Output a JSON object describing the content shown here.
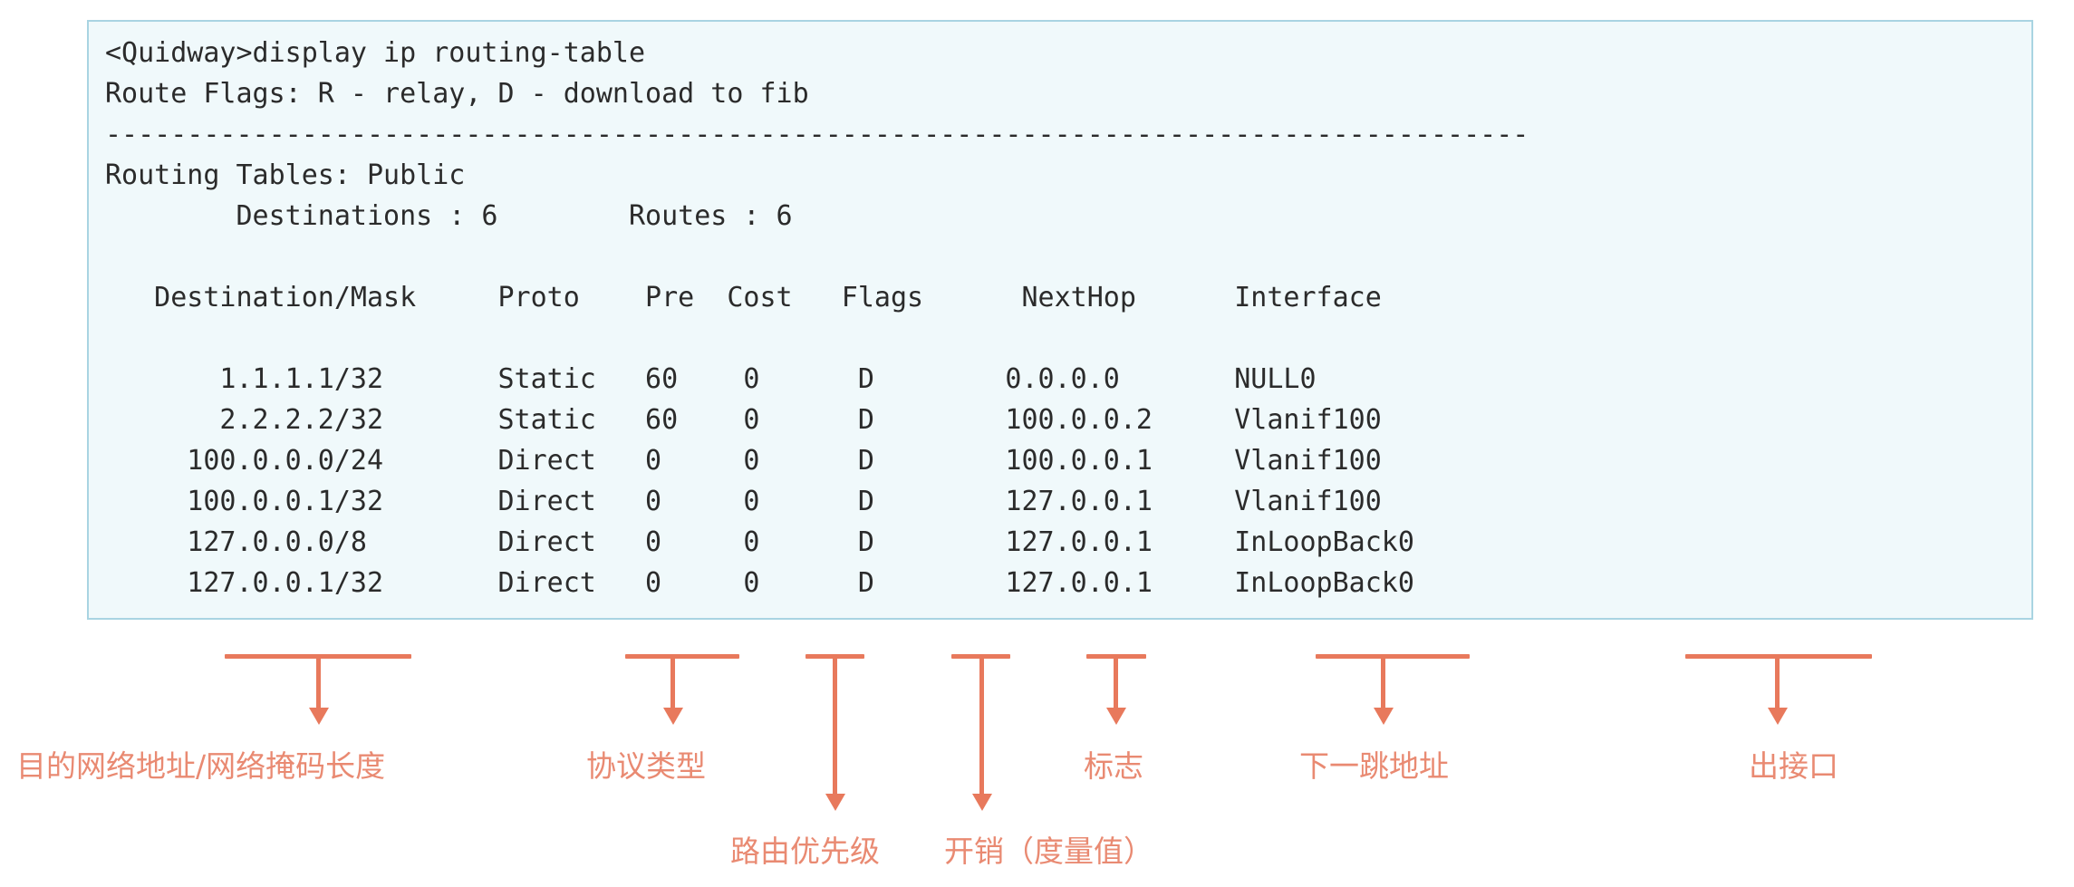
{
  "console": {
    "prompt": "<Quidway>",
    "command": "display ip routing-table",
    "flags_line": "Route Flags: R - relay, D - download to fib",
    "separator": "--------------------------------------------------------------------------------------",
    "table_scope": "Routing Tables: Public",
    "destinations_label": "Destinations",
    "destinations_count": "6",
    "routes_label": "Routes",
    "routes_count": "6",
    "columns": [
      "Destination/Mask",
      "Proto",
      "Pre",
      "Cost",
      "Flags",
      "NextHop",
      "Interface"
    ],
    "rows": [
      {
        "destination": "1.1.1.1/32",
        "proto": "Static",
        "pre": "60",
        "cost": "0",
        "flags": "D",
        "nexthop": "0.0.0.0",
        "interface": "NULL0"
      },
      {
        "destination": "2.2.2.2/32",
        "proto": "Static",
        "pre": "60",
        "cost": "0",
        "flags": "D",
        "nexthop": "100.0.0.2",
        "interface": "Vlanif100"
      },
      {
        "destination": "100.0.0.0/24",
        "proto": "Direct",
        "pre": "0",
        "cost": "0",
        "flags": "D",
        "nexthop": "100.0.0.1",
        "interface": "Vlanif100"
      },
      {
        "destination": "100.0.0.1/32",
        "proto": "Direct",
        "pre": "0",
        "cost": "0",
        "flags": "D",
        "nexthop": "127.0.0.1",
        "interface": "Vlanif100"
      },
      {
        "destination": "127.0.0.0/8",
        "proto": "Direct",
        "pre": "0",
        "cost": "0",
        "flags": "D",
        "nexthop": "127.0.0.1",
        "interface": "InLoopBack0"
      },
      {
        "destination": "127.0.0.1/32",
        "proto": "Direct",
        "pre": "0",
        "cost": "0",
        "flags": "D",
        "nexthop": "127.0.0.1",
        "interface": "InLoopBack0"
      }
    ],
    "full_text": "<Quidway>display ip routing-table\nRoute Flags: R - relay, D - download to fib\n---------------------------------------------------------------------------------------\nRouting Tables: Public\n        Destinations : 6        Routes : 6\n\n   Destination/Mask     Proto    Pre  Cost   Flags      NextHop      Interface\n\n       1.1.1.1/32       Static   60    0      D        0.0.0.0       NULL0\n       2.2.2.2/32       Static   60    0      D        100.0.0.2     Vlanif100\n     100.0.0.0/24       Direct   0     0      D        100.0.0.1     Vlanif100\n     100.0.0.1/32       Direct   0     0      D        127.0.0.1     Vlanif100\n     127.0.0.0/8        Direct   0     0      D        127.0.0.1     InLoopBack0\n     127.0.0.1/32       Direct   0     0      D        127.0.0.1     InLoopBack0"
  },
  "annotations": [
    {
      "id": "destination-mask",
      "label": "目的网络地址/网络掩码长度"
    },
    {
      "id": "proto",
      "label": "协议类型"
    },
    {
      "id": "pre",
      "label": "路由优先级"
    },
    {
      "id": "cost",
      "label": "开销（度量值）"
    },
    {
      "id": "flags",
      "label": "标志"
    },
    {
      "id": "nexthop",
      "label": "下一跳地址"
    },
    {
      "id": "interface",
      "label": "出接口"
    }
  ],
  "colors": {
    "annotation": "#e8795c",
    "box_border": "#a9d4e2",
    "box_fill": "#f0f9fb",
    "console_text": "#2b2b2b"
  }
}
